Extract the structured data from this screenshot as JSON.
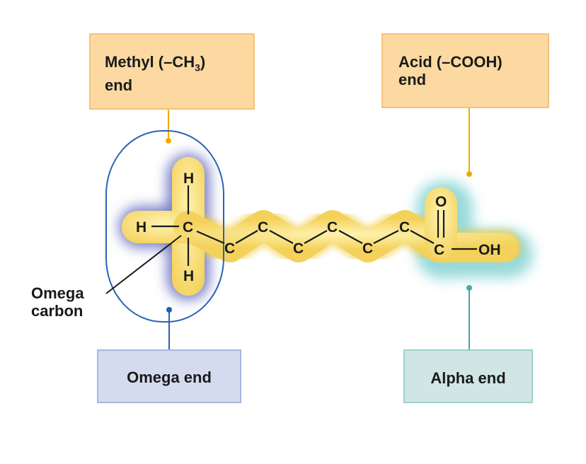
{
  "colors": {
    "orange_box_fill": "#fbd9a1",
    "orange_box_border": "#f4c27a",
    "orange_line": "#f2a900",
    "omega_box_fill": "#d5dbef",
    "omega_box_border": "#a9b6de",
    "omega_ellipse": "#2a63b5",
    "omega_dot": "#1f5fb5",
    "alpha_box_fill": "#cfe6e4",
    "alpha_box_border": "#9ecfcb",
    "alpha_line": "#3fa9a6",
    "chain_fill": "#f7dd72",
    "chain_glow": "#f0c93a",
    "omega_glow": "#4a4fb0",
    "alpha_glow": "#7fd0d0"
  },
  "methyl_box": {
    "line1_pre": "Methyl (–CH",
    "line1_sub": "3",
    "line1_post": ")",
    "line2": "end"
  },
  "acid_box": {
    "line1": "Acid (–COOH)",
    "line2": "end"
  },
  "omega_box": {
    "label": "Omega end"
  },
  "alpha_box": {
    "label": "Alpha end"
  },
  "omega_carbon_label": {
    "line1": "Omega",
    "line2": "carbon"
  },
  "molecule": {
    "atom_H": "H",
    "atom_C": "C",
    "atom_O": "O",
    "group_OH": "OH"
  }
}
